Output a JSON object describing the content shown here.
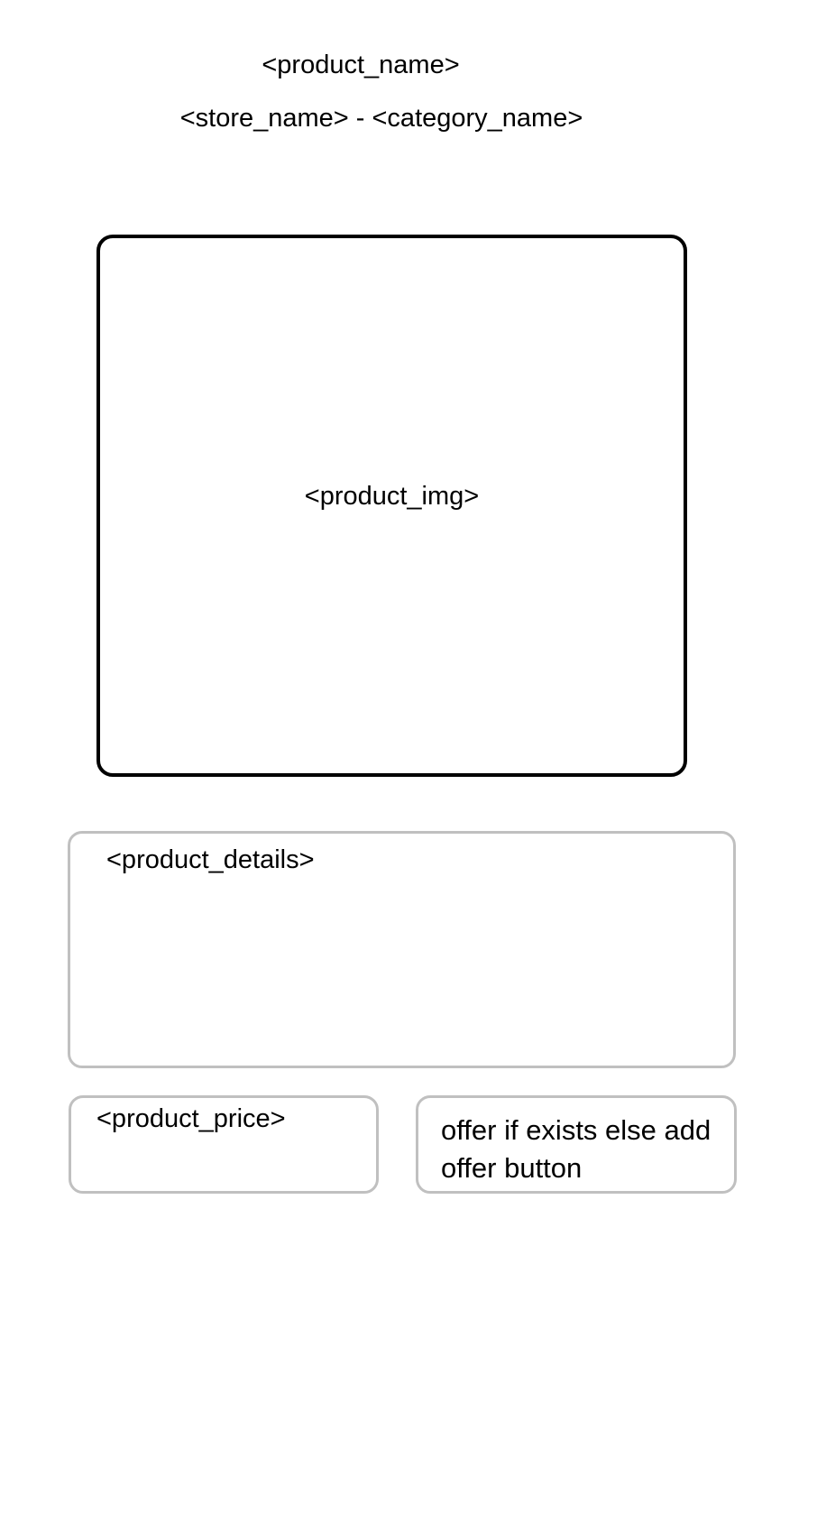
{
  "header": {
    "product_name": "<product_name>",
    "store_name": "<store_name>",
    "separator": " - ",
    "category_name": "<category_name>"
  },
  "image": {
    "placeholder": "<product_img>"
  },
  "details": {
    "placeholder": "<product_details>"
  },
  "price": {
    "placeholder": "<product_price>"
  },
  "offer": {
    "text": "offer if exists else add offer button"
  },
  "colors": {
    "image_border": "#000000",
    "box_border": "#c0c0c0",
    "background": "#ffffff",
    "text": "#000000"
  }
}
